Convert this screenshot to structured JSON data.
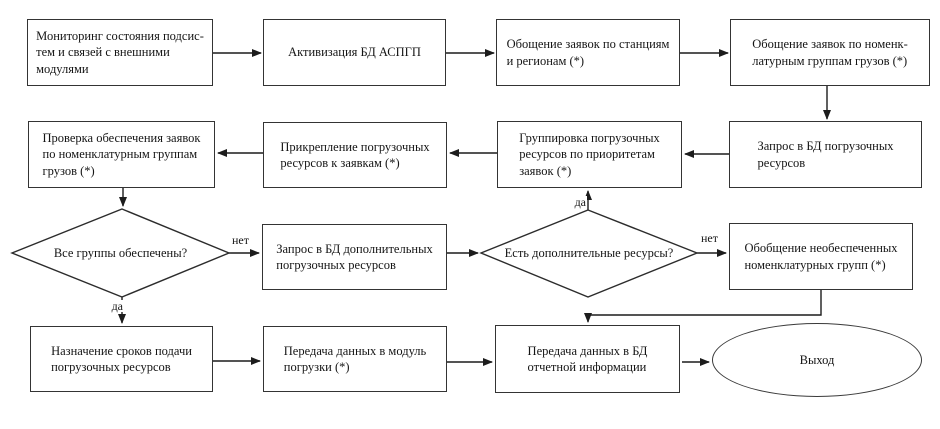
{
  "flowchart": {
    "nodes": {
      "monitoring": "Мониторинг состояния подсис-\nтем и связей с внешними\nмодулями",
      "activation": "Активизация БД АСПГП",
      "summary_stations": "Обощение заявок по станциям\nи регионам (*)",
      "summary_groups": "Обощение заявок по номенк-\nлатурным группам грузов (*)",
      "check_support": "Проверка обеспечения заявок\nпо номенклатурным группам\nгрузов (*)",
      "attach_resources": "Прикрепление погрузочных\nресурсов к заявкам (*)",
      "group_resources": "Группировка погрузочных\nресурсов по приоритетам\nзаявок (*)",
      "query_resources": "Запрос в БД погрузочных\nресурсов",
      "decision_all_groups": "Все группы обеспечены?",
      "query_additional": "Запрос в БД дополнительных\nпогрузочных ресурсов",
      "decision_additional": "Есть дополнительные ресурсы?",
      "summary_unsupported": "Обобщение необеспеченных\nноменклатурных групп (*)",
      "assign_terms": "Назначение сроков подачи\nпогрузочных ресурсов",
      "transfer_module": "Передача данных в модуль\nпогрузки (*)",
      "transfer_db": "Передача данных в БД\nотчетной информации",
      "exit": "Выход"
    },
    "edge_labels": {
      "all_groups_no": "нет",
      "all_groups_yes": "да",
      "additional_yes": "да",
      "additional_no": "нет"
    },
    "colors": {
      "line": "#1c1c1c",
      "border": "#343434",
      "background": "#ffffff",
      "text": "#151515"
    }
  }
}
